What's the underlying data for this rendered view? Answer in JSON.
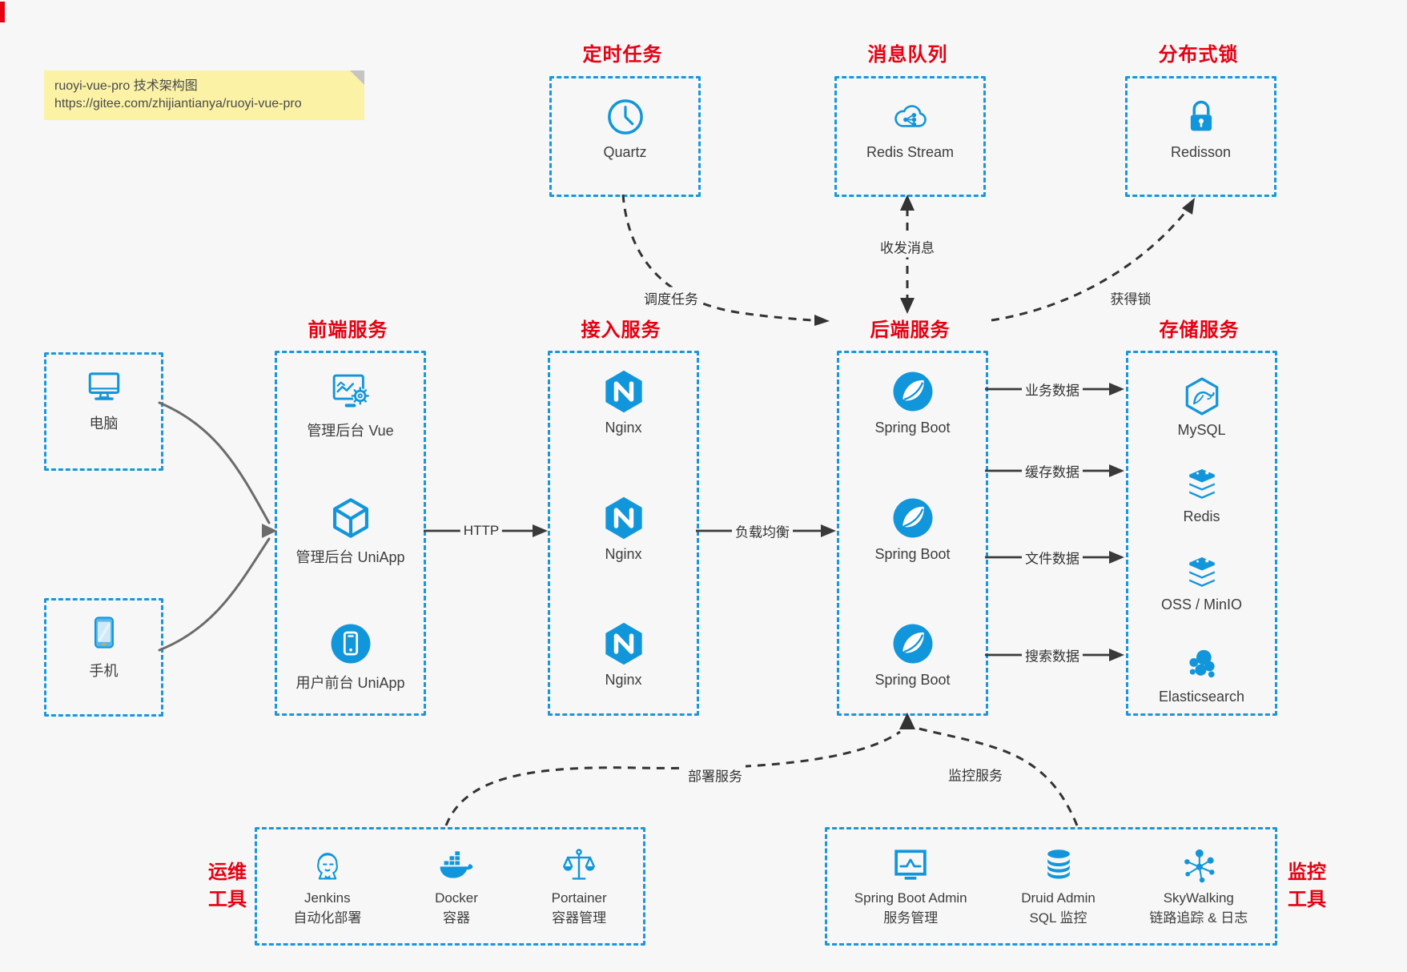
{
  "meta": {
    "description": "ruoyi-vue-pro technical architecture diagram",
    "colors": {
      "accent_blue": "#1296db",
      "box_border_blue": "#1a97dc",
      "title_red": "#e60012",
      "solid_line": "#3a3a3a",
      "dashed_line": "#333333",
      "client_connector_gray": "#6b6b6b",
      "note_yellow": "#fbf2a6",
      "background": "#f7f7f7",
      "label_text": "#3d3d3d"
    }
  },
  "note": {
    "line1": "ruoyi-vue-pro 技术架构图",
    "line2": "https://gitee.com/zhijiantianya/ruoyi-vue-pro"
  },
  "top_groups": [
    {
      "title": "定时任务",
      "item": {
        "label": "Quartz",
        "icon": "clock-icon"
      }
    },
    {
      "title": "消息队列",
      "item": {
        "label": "Redis Stream",
        "icon": "cloud-stream-icon"
      }
    },
    {
      "title": "分布式锁",
      "item": {
        "label": "Redisson",
        "icon": "lock-icon"
      }
    }
  ],
  "clients": [
    {
      "label": "电脑",
      "icon": "desktop-icon"
    },
    {
      "label": "手机",
      "icon": "smartphone-icon"
    }
  ],
  "columns": [
    {
      "title": "前端服务",
      "items": [
        {
          "label": "管理后台 Vue",
          "icon": "admin-vue-icon"
        },
        {
          "label": "管理后台 UniApp",
          "icon": "cube-icon"
        },
        {
          "label": "用户前台 UniApp",
          "icon": "mobile-app-circle-icon"
        }
      ]
    },
    {
      "title": "接入服务",
      "items": [
        {
          "label": "Nginx",
          "icon": "nginx-icon"
        },
        {
          "label": "Nginx",
          "icon": "nginx-icon"
        },
        {
          "label": "Nginx",
          "icon": "nginx-icon"
        }
      ]
    },
    {
      "title": "后端服务",
      "items": [
        {
          "label": "Spring Boot",
          "icon": "spring-icon"
        },
        {
          "label": "Spring Boot",
          "icon": "spring-icon"
        },
        {
          "label": "Spring Boot",
          "icon": "spring-icon"
        }
      ]
    },
    {
      "title": "存储服务",
      "items": [
        {
          "label": "MySQL",
          "icon": "mysql-icon"
        },
        {
          "label": "Redis",
          "icon": "redis-layers-icon"
        },
        {
          "label": "OSS / MinIO",
          "icon": "redis-layers-icon"
        },
        {
          "label": "Elasticsearch",
          "icon": "elasticsearch-icon"
        }
      ]
    }
  ],
  "bottom_groups": [
    {
      "side_label": {
        "line1": "运维",
        "line2": "工具"
      },
      "items": [
        {
          "name": "Jenkins",
          "desc": "自动化部署",
          "icon": "jenkins-icon"
        },
        {
          "name": "Docker",
          "desc": "容器",
          "icon": "docker-icon"
        },
        {
          "name": "Portainer",
          "desc": "容器管理",
          "icon": "portainer-scales-icon"
        }
      ]
    },
    {
      "side_label": {
        "line1": "监控",
        "line2": "工具"
      },
      "items": [
        {
          "name": "Spring Boot Admin",
          "desc": "服务管理",
          "icon": "monitor-chart-icon"
        },
        {
          "name": "Druid Admin",
          "desc": "SQL 监控",
          "icon": "database-icon"
        },
        {
          "name": "SkyWalking",
          "desc": "链路追踪 & 日志",
          "icon": "network-nodes-icon"
        }
      ]
    }
  ],
  "edges": {
    "http": "HTTP",
    "load_balance": "负载均衡",
    "business_data": "业务数据",
    "cache_data": "缓存数据",
    "file_data": "文件数据",
    "search_data": "搜索数据",
    "schedule_task": "调度任务",
    "send_receive_msg": "收发消息",
    "acquire_lock": "获得锁",
    "deploy_service": "部署服务",
    "monitor_service": "监控服务"
  }
}
